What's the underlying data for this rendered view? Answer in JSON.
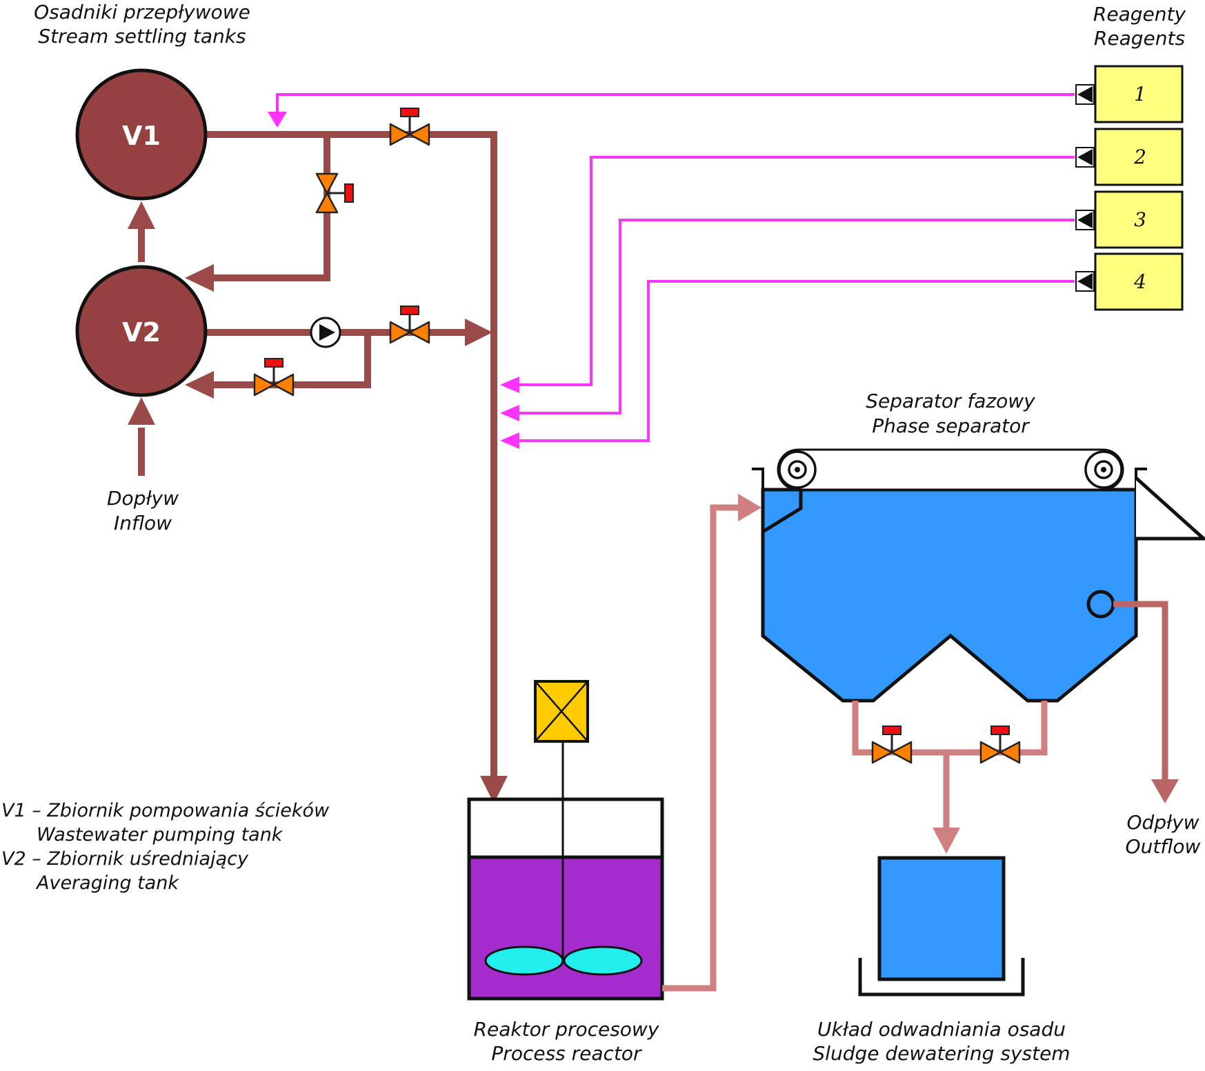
{
  "labels": {
    "settling_pl": "Osadniki przepływowe",
    "settling_en": "Stream settling tanks",
    "reagents_pl": "Reagenty",
    "reagents_en": "Reagents",
    "inflow_pl": "Dopływ",
    "inflow_en": "Inflow",
    "separator_pl": "Separator fazowy",
    "separator_en": "Phase separator",
    "reactor_pl": "Reaktor procesowy",
    "reactor_en": "Process reactor",
    "dewater_pl": "Układ odwadniania osadu",
    "dewater_en": "Sludge dewatering system",
    "outflow_pl": "Odpływ",
    "outflow_en": "Outflow"
  },
  "tanks": {
    "v1": "V1",
    "v2": "V2"
  },
  "reagents": [
    "1",
    "2",
    "3",
    "4"
  ],
  "legend": {
    "v1_pl": "V1 – Zbiornik pompowania ścieków",
    "v1_en": "Wastewater pumping tank",
    "v2_pl": "V2 – Zbiornik uśredniający",
    "v2_en": "Averaging tank"
  },
  "colors": {
    "pipe_main": "#9b4a4a",
    "pipe_light": "#d08080",
    "reagent_line": "#ff33ff",
    "tank_fill": "#954141",
    "reagent_box": "#ffff80",
    "separator_fill": "#3399ff",
    "reactor_liquid": "#a42ccc",
    "impeller": "#22eeee",
    "valve_body": "#ff8000",
    "valve_actuator": "#ee1111",
    "motor": "#ffcc00"
  },
  "icons": [
    "valve-icon",
    "pump-icon",
    "motor-icon",
    "impeller-icon",
    "roller-icon"
  ]
}
